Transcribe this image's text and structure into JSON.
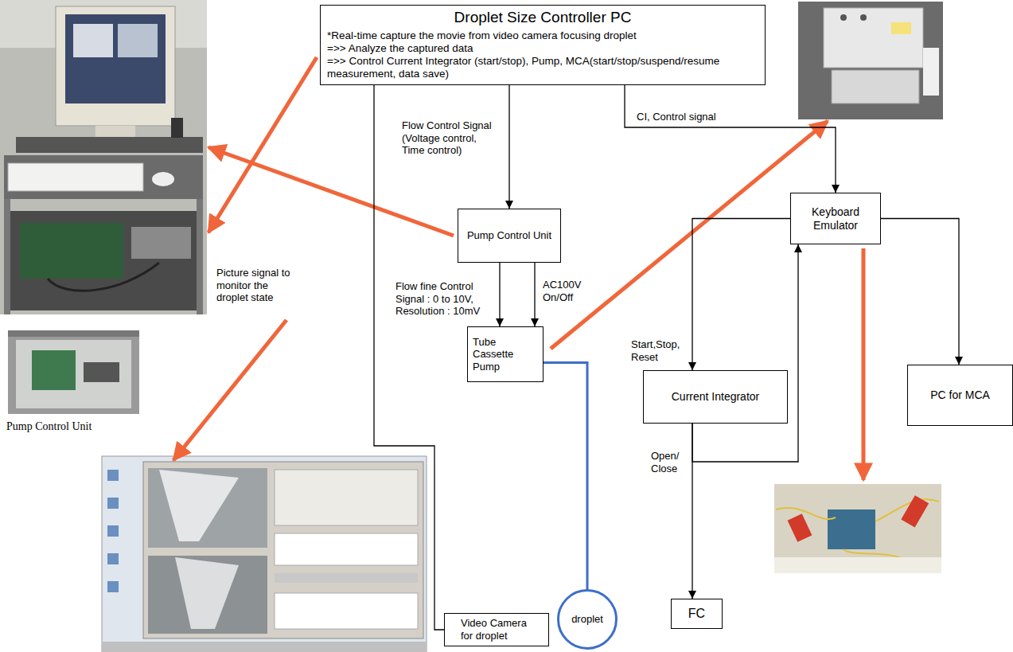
{
  "diagram": {
    "nodes": [
      {
        "text": [
          "Droplet Size Controller PC",
          "*Real-time capture the movie from video camera focusing droplet",
          "=>> Analyze the captured data",
          "=>> Control Current Integrator (start/stop), Pump, MCA(start/stop/suspend/resume measurement, data save)"
        ]
      },
      {
        "text": [
          "Pump Control Unit"
        ]
      },
      {
        "text": [
          "Tube Cassette Pump"
        ]
      },
      {
        "text": [
          "Video Camera for droplet"
        ]
      },
      {
        "text": [
          "droplet"
        ]
      },
      {
        "text": [
          "Keyboard Emulator"
        ]
      },
      {
        "text": [
          "Current Integrator"
        ]
      },
      {
        "text": [
          "PC for MCA"
        ]
      },
      {
        "text": [
          "FC"
        ]
      }
    ],
    "edges": [
      {
        "from": 0,
        "to": 1,
        "label": "Flow Control Signal (Voltage control, Time control)",
        "arrow": "to"
      },
      {
        "from": 1,
        "to": 2,
        "label": "Flow fine Control Signal : 0 to 10V, Resolution : 10mV",
        "arrow": "to"
      },
      {
        "from": 1,
        "to": 2,
        "label": "AC100V On/Off",
        "arrow": "to"
      },
      {
        "from": 0,
        "to": 3,
        "arrow": "none"
      },
      {
        "from": 2,
        "to": 4,
        "arrow": "none"
      },
      {
        "from": 0,
        "to": 5,
        "label": "CI, Control signal",
        "arrow": "to"
      },
      {
        "from": 5,
        "to": 6,
        "label": "Start,Stop, Reset",
        "arrow": "to"
      },
      {
        "from": 5,
        "to": 7,
        "arrow": "to"
      },
      {
        "from": 6,
        "to": 8,
        "label": "Open/ Close",
        "arrow": "to"
      },
      {
        "from": 6,
        "to": 5,
        "arrow": "to"
      }
    ],
    "labels": [
      "Picture signal to monitor the droplet state",
      "Pump Control Unit"
    ]
  }
}
